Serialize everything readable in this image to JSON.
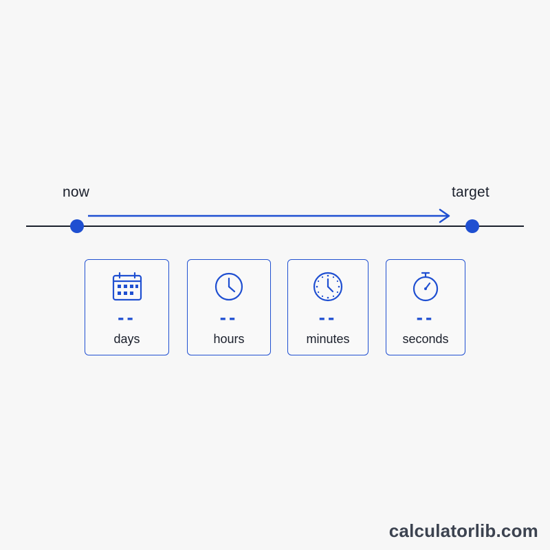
{
  "timeline": {
    "start_label": "now",
    "end_label": "target",
    "line_color": "#1a1f2b",
    "accent_color": "#1f4fd1"
  },
  "units": [
    {
      "icon": "calendar-icon",
      "value": "--",
      "label": "days"
    },
    {
      "icon": "clock-icon",
      "value": "--",
      "label": "hours"
    },
    {
      "icon": "detailed-clock-icon",
      "value": "--",
      "label": "minutes"
    },
    {
      "icon": "stopwatch-icon",
      "value": "--",
      "label": "seconds"
    }
  ],
  "footer": {
    "brand": "calculatorlib.com"
  }
}
